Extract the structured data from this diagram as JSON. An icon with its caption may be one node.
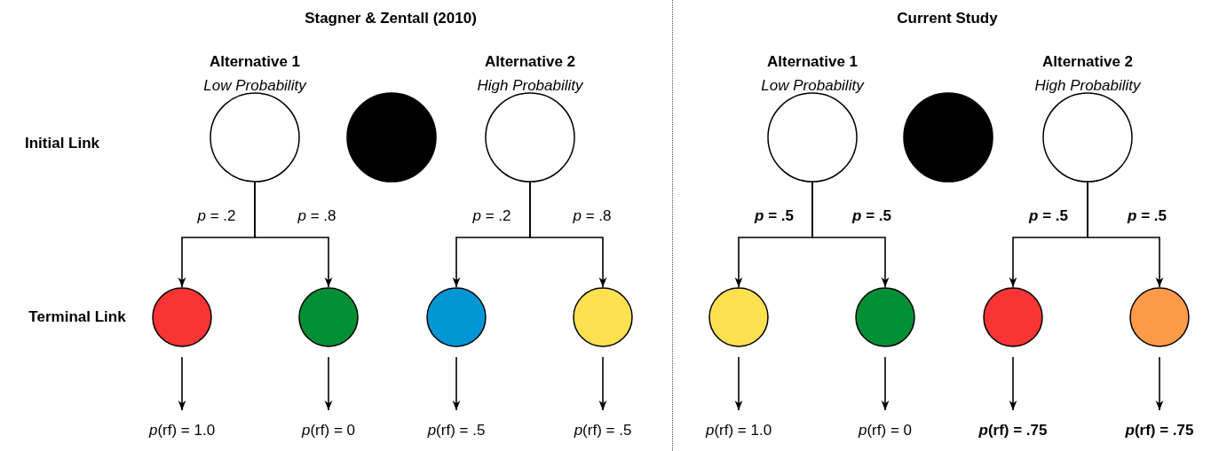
{
  "diagram": {
    "nodes": [
      {
        "text": [
          "Alternative 1",
          "Low Probability"
        ]
      },
      {
        "text": [],
        "shape": "circle"
      },
      {
        "text": [
          "Alternative 2",
          "High Probability"
        ]
      },
      {
        "text": [],
        "shape": "circle"
      },
      {
        "text": [],
        "shape": "circle"
      },
      {
        "text": [],
        "shape": "circle"
      },
      {
        "text": [],
        "shape": "circle"
      },
      {
        "text": [
          "*p*(rf) = 1.0"
        ]
      },
      {
        "text": [
          "*p*(rf) = 0"
        ]
      },
      {
        "text": [
          "*p*(rf) = .5"
        ]
      },
      {
        "text": [
          "*p*(rf) = .5"
        ]
      },
      {
        "text": [
          "Alternative 1",
          "Low Probability"
        ]
      },
      {
        "text": [],
        "shape": "circle"
      },
      {
        "text": [
          "Alternative 2",
          "High Probability"
        ]
      },
      {
        "text": [],
        "shape": "circle"
      },
      {
        "text": [],
        "shape": "circle"
      },
      {
        "text": [],
        "shape": "circle"
      },
      {
        "text": [],
        "shape": "circle"
      },
      {
        "text": [
          "*p*(rf) = 1.0"
        ]
      },
      {
        "text": [
          "*p*(rf) = 0"
        ]
      },
      {
        "text": [
          "*p*(rf) = .75"
        ]
      },
      {
        "text": [
          "*p*(rf) = .75"
        ]
      }
    ],
    "edges": [
      {
        "from": 0,
        "to": 3,
        "arrow": "to",
        "label": "*p* = .2"
      },
      {
        "from": 0,
        "to": 4,
        "arrow": "to",
        "label": "*p* = .8"
      },
      {
        "from": 2,
        "to": 5,
        "arrow": "to",
        "label": "*p* = .2"
      },
      {
        "from": 2,
        "to": 6,
        "arrow": "to",
        "label": "*p* = .8"
      },
      {
        "from": 3,
        "to": 7,
        "arrow": "to"
      },
      {
        "from": 4,
        "to": 8,
        "arrow": "to"
      },
      {
        "from": 5,
        "to": 9,
        "arrow": "to"
      },
      {
        "from": 6,
        "to": 10,
        "arrow": "to"
      },
      {
        "from": 11,
        "to": 14,
        "arrow": "to",
        "label": "*p* = .5"
      },
      {
        "from": 11,
        "to": 15,
        "arrow": "to",
        "label": "*p* = .5"
      },
      {
        "from": 13,
        "to": 16,
        "arrow": "to",
        "label": "*p* = .5"
      },
      {
        "from": 13,
        "to": 17,
        "arrow": "to",
        "label": "*p* = .5"
      },
      {
        "from": 14,
        "to": 18,
        "arrow": "to"
      },
      {
        "from": 15,
        "to": 19,
        "arrow": "to"
      },
      {
        "from": 16,
        "to": 20,
        "arrow": "to"
      },
      {
        "from": 17,
        "to": 21,
        "arrow": "to"
      }
    ],
    "labels": [
      "Stagner & Zentall (2010)",
      "Current Study",
      "Initial Link",
      "Terminal Link"
    ]
  }
}
